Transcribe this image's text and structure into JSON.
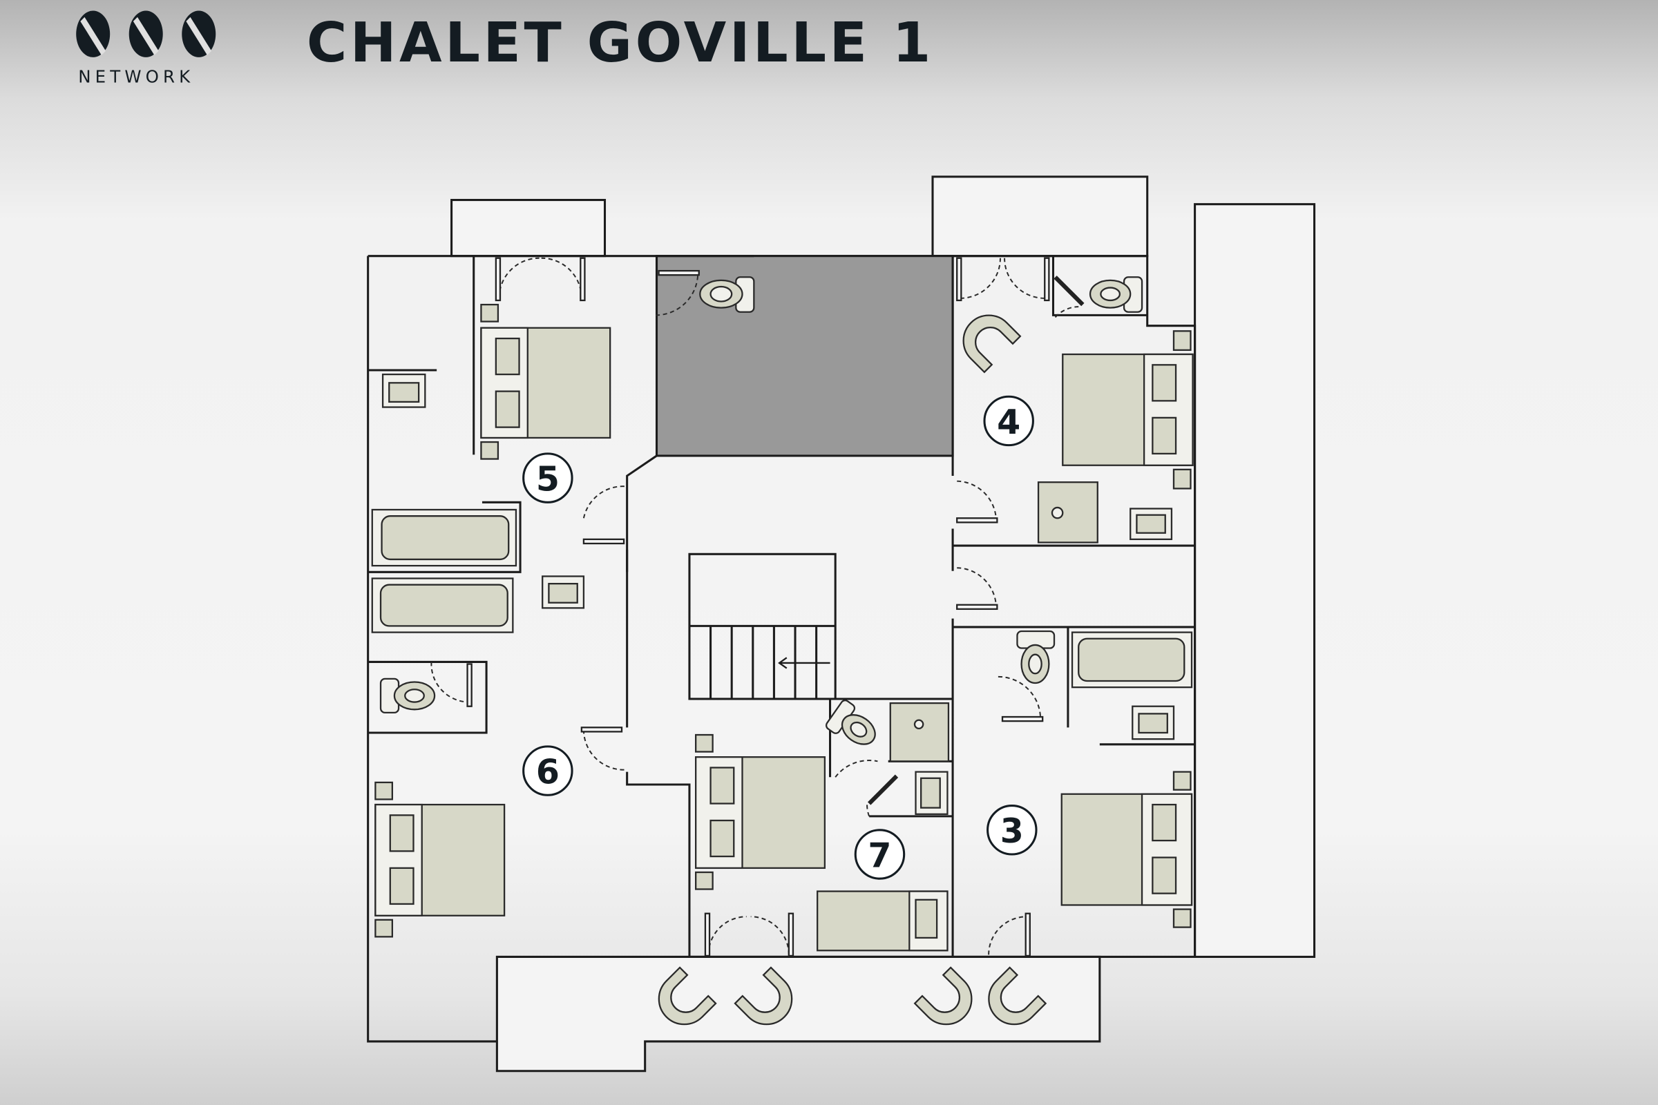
{
  "logo": {
    "brand": "OVO",
    "text": "NETWORK"
  },
  "header": {
    "title": "CHALET GOVILLE 1"
  },
  "rooms": [
    {
      "number": "5"
    },
    {
      "number": "4"
    },
    {
      "number": "6"
    },
    {
      "number": "3"
    },
    {
      "number": "7"
    }
  ],
  "colors": {
    "furniture": "#d7d8c8",
    "void": "#999999",
    "ink": "#141c22"
  }
}
